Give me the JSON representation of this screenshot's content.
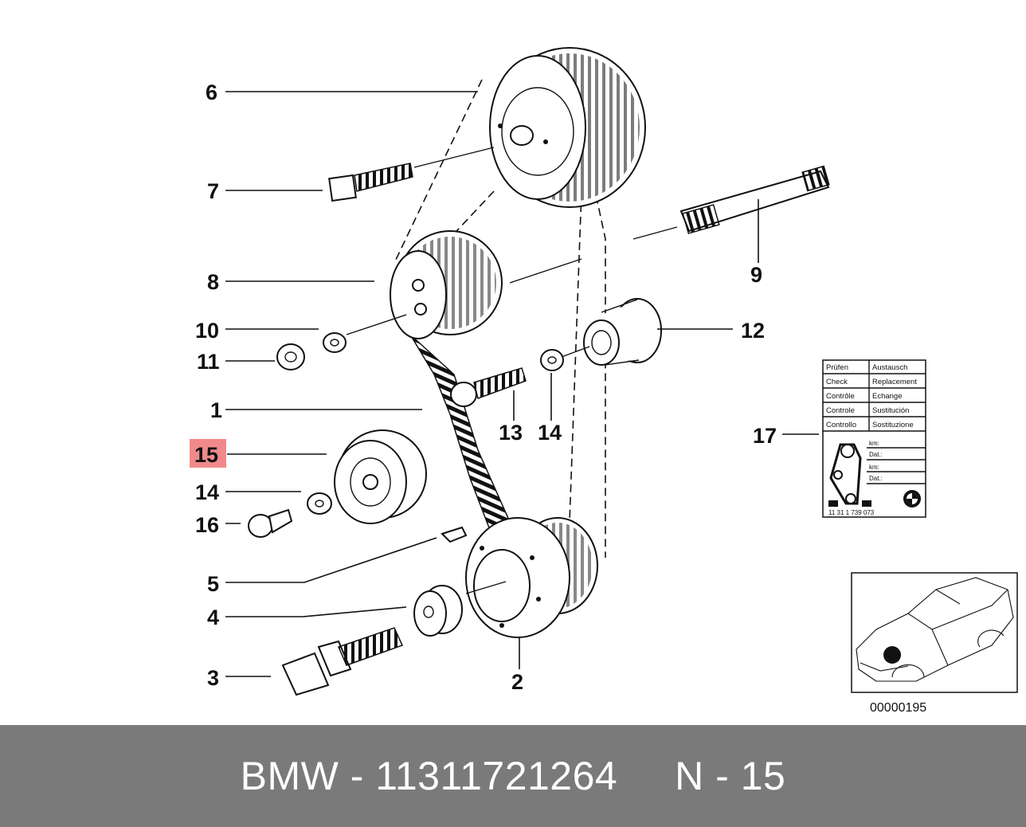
{
  "diagram": {
    "callouts": {
      "c6": "6",
      "c7": "7",
      "c8": "8",
      "c9": "9",
      "c10": "10",
      "c11": "11",
      "c12": "12",
      "c1": "1",
      "c13": "13",
      "c14a": "14",
      "c17": "17",
      "c15": "15",
      "c14b": "14",
      "c16": "16",
      "c5": "5",
      "c4": "4",
      "c3": "3",
      "c2": "2"
    },
    "highlighted_callout": "15",
    "highlight_color": "#f08a8a",
    "label_card": {
      "rows": [
        [
          "Prüfen",
          "Austausch"
        ],
        [
          "Check",
          "Replacement"
        ],
        [
          "Contrôle",
          "Echange"
        ],
        [
          "Controle",
          "Sustitución"
        ],
        [
          "Controllo",
          "Sostituzione"
        ]
      ],
      "fields": [
        "km:",
        "Dat.:",
        "km:",
        "Dat.:"
      ],
      "part_number": "11 31 1 739 073"
    },
    "reference_code": "00000195"
  },
  "footer": {
    "text": "BMW - 11311721264     N - 15",
    "background": "#7a7a7a",
    "text_color": "#ffffff"
  }
}
